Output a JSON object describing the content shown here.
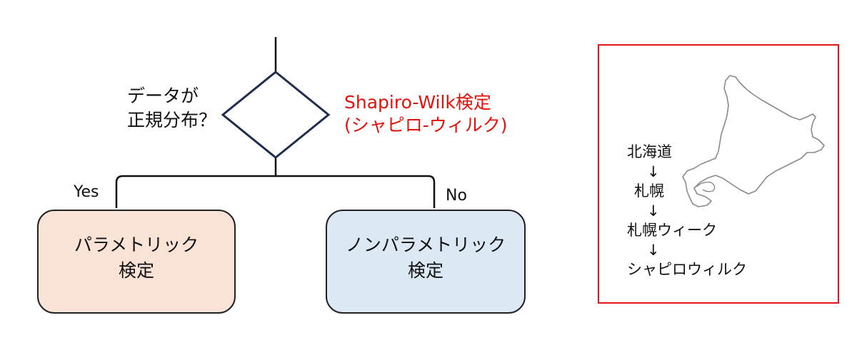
{
  "flowchart": {
    "question_line1": "データが",
    "question_line2": "正規分布？",
    "test_name_line1": "Shapiro-Wilk検定",
    "test_name_line2": "(シャピロ-ウィルク)",
    "yes_label": "Yes",
    "no_label": "No",
    "parametric_line1": "パラメトリック",
    "parametric_line2": "検定",
    "nonparametric_line1": "ノンパラメトリック",
    "nonparametric_line2": "検定"
  },
  "mnemonic": {
    "words": [
      "北海道",
      "札幌",
      "札幌ウィーク",
      "シャピロウィルク"
    ],
    "arrow": "↓"
  },
  "colors": {
    "line": "#1f2d4e",
    "test_text": "#e3120b",
    "frame": "#e3141b",
    "parametric_fill": "#f9e3d6",
    "nonparametric_fill": "#dce9f5",
    "map_outline": "#8a8a8a"
  }
}
